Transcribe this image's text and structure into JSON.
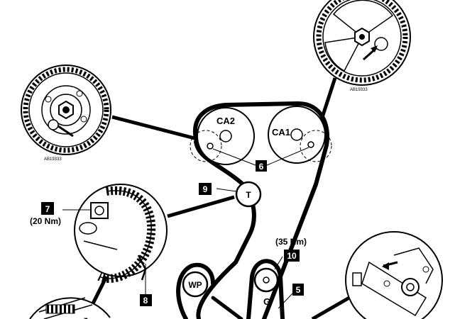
{
  "pulleys": {
    "ca2": "CA2",
    "ca1": "CA1",
    "tensioner": "T",
    "water_pump": "WP",
    "idler": "G"
  },
  "callouts": {
    "n5": "5",
    "n6": "6",
    "n7": "7",
    "n8": "8",
    "n9": "9",
    "n10": "10"
  },
  "torques": {
    "t20": "(20 Nm)",
    "t35": "(35 Nm)"
  },
  "figure_codes": {
    "left": "AB19333",
    "right": "AB19333"
  }
}
